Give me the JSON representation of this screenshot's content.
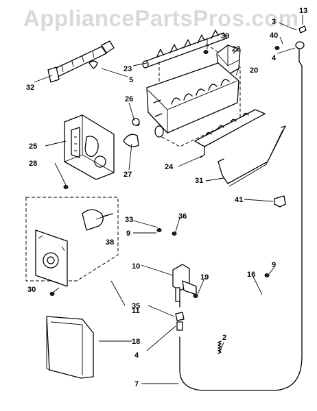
{
  "watermark": "AppliancePartsPros.com",
  "labels": {
    "l13": "13",
    "l3": "3",
    "l40": "40",
    "l4a": "4",
    "l39": "39",
    "l22": "22",
    "l23": "23",
    "l20": "20",
    "l5": "5",
    "l32": "32",
    "l26": "26",
    "l25": "25",
    "l28": "28",
    "l27": "27",
    "l24": "24",
    "l31": "31",
    "l41": "41",
    "l33": "33",
    "l36": "36",
    "l9a": "9",
    "l38": "38",
    "l10": "10",
    "l19": "19",
    "l9b": "9",
    "l16": "16",
    "l30": "30",
    "l35": "35",
    "l11": "11",
    "l18": "18",
    "l4b": "4",
    "l2": "2",
    "l7": "7"
  }
}
